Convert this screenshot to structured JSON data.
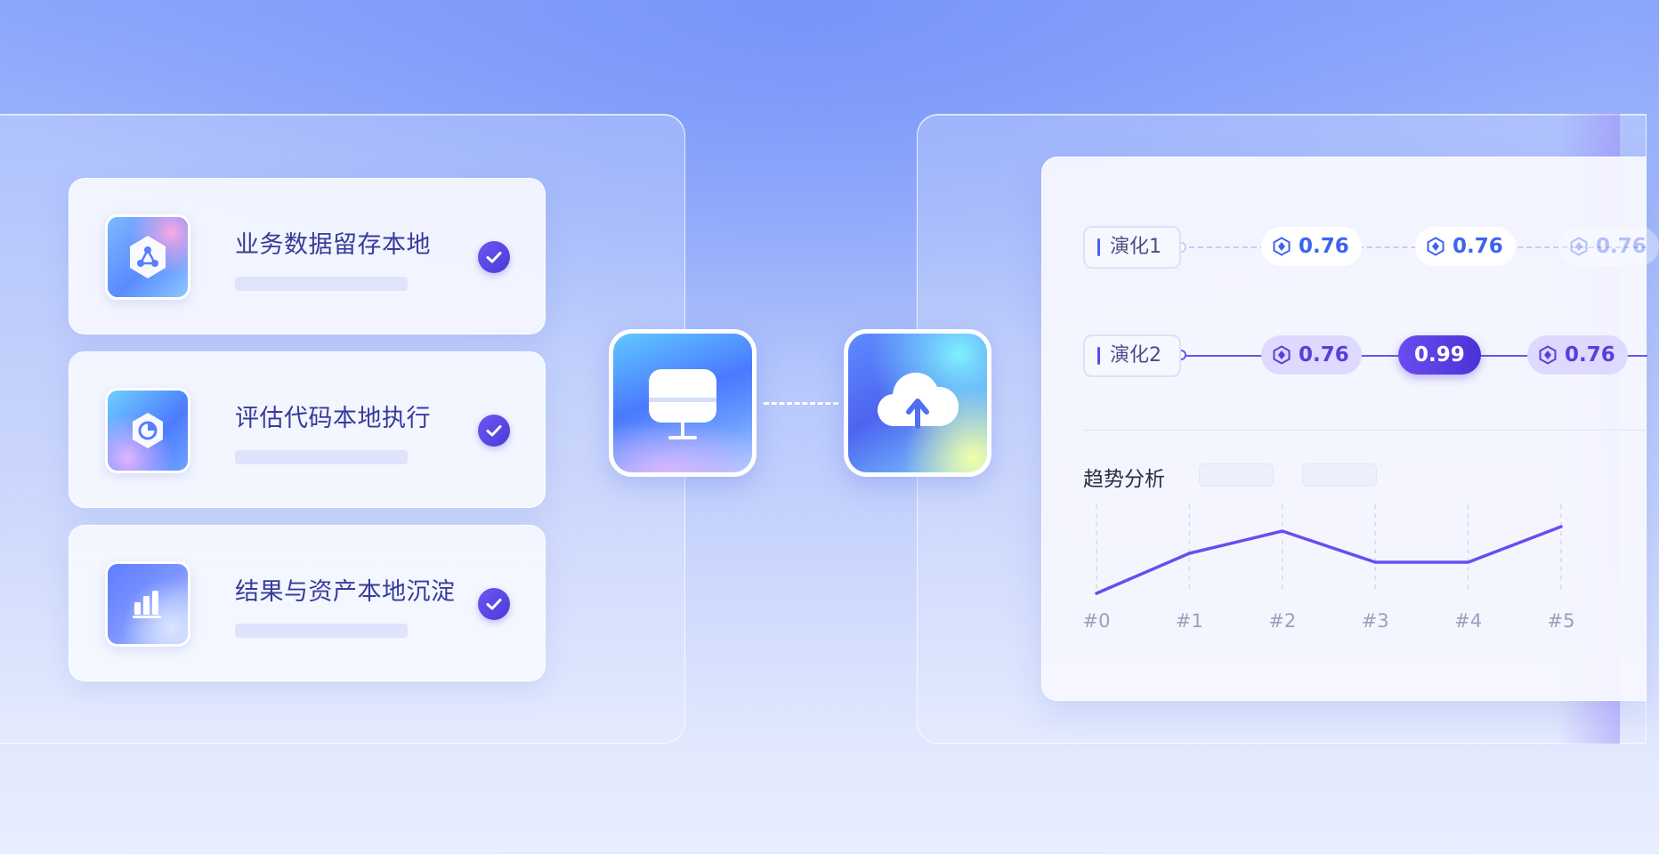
{
  "tasks": [
    {
      "title": "业务数据留存本地",
      "icon": "hexagon-network-icon"
    },
    {
      "title": "评估代码本地执行",
      "icon": "hexagon-chart-icon"
    },
    {
      "title": "结果与资产本地沉淀",
      "icon": "bar-chart-icon"
    }
  ],
  "connector": {
    "local_icon": "monitor-icon",
    "cloud_icon": "cloud-upload-icon"
  },
  "evolution": {
    "rows": [
      {
        "label": "演化1",
        "scores": [
          "0.76",
          "0.76",
          "0.76"
        ]
      },
      {
        "label": "演化2",
        "scores": [
          "0.76",
          "0.99",
          "0.76"
        ]
      }
    ]
  },
  "trend": {
    "title": "趋势分析"
  },
  "chart_data": {
    "type": "line",
    "categories": [
      "#0",
      "#1",
      "#2",
      "#3",
      "#4",
      "#5"
    ],
    "values": [
      0.1,
      0.55,
      0.8,
      0.45,
      0.45,
      0.85
    ],
    "ylim": [
      0,
      1
    ],
    "grid": "vertical-dashed",
    "colors": {
      "line": "#6a4cf0"
    }
  },
  "colors": {
    "accent": "#5b4be8",
    "title_text": "#383b9a",
    "score_blue": "#3d63ee",
    "score_purple": "#5a3fd6"
  }
}
